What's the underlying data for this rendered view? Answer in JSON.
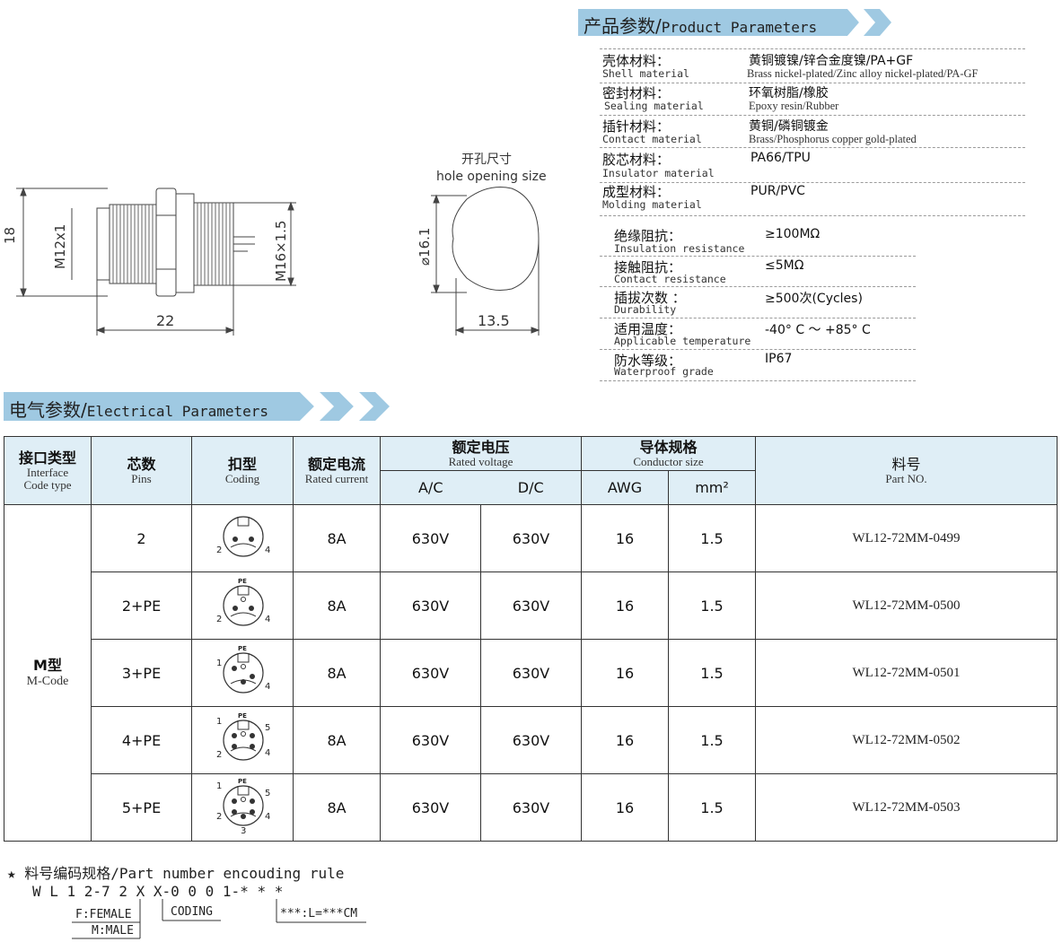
{
  "product_params": {
    "banner_zh": "产品参数/",
    "banner_en": "Product Parameters",
    "rows": [
      {
        "zh": "壳体材料：",
        "en": "Shell material",
        "val_zh": "黄铜镀镍/锌合金度镍/PA+GF",
        "val_en": "Brass nickel-plated/Zinc alloy nickel-plated/PA-GF"
      },
      {
        "zh": "密封材料：",
        "en": "Sealing material",
        "val_zh": "环氧树脂/橡胶",
        "val_en": "Epoxy resin/Rubber"
      },
      {
        "zh": "插针材料：",
        "en": "Contact material",
        "val_zh": "黄铜/磷铜镀金",
        "val_en": "Brass/Phosphorus copper gold-plated"
      },
      {
        "zh": "胶芯材料：",
        "en": "Insulator material",
        "val_zh": "PA66/TPU",
        "val_en": ""
      },
      {
        "zh": "成型材料：",
        "en": "Molding material",
        "val_zh": "PUR/PVC",
        "val_en": ""
      }
    ],
    "rows2": [
      {
        "zh": "绝缘阻抗：",
        "en": "Insulation resistance",
        "val": "≥100MΩ"
      },
      {
        "zh": "接触阻抗：",
        "en": "Contact resistance",
        "val": "≤5MΩ"
      },
      {
        "zh": "插拔次数 ：",
        "en": "Durability",
        "val": "≥500次(Cycles)"
      },
      {
        "zh": "适用温度：",
        "en": "Applicable temperature",
        "val": "-40° C ～ +85° C"
      },
      {
        "zh": "防水等级：",
        "en": "Waterproof grade",
        "val": "IP67"
      }
    ]
  },
  "drawing": {
    "dim_18": "18",
    "dim_m12": "M12x1",
    "dim_m16": "M16×1.5",
    "dim_22": "22",
    "hole_zh": "开孔尺寸",
    "hole_en": "hole opening size",
    "dim_d16": "⌀16.1",
    "dim_135": "13.5"
  },
  "electrical": {
    "banner_zh": "电气参数/",
    "banner_en": "Electrical Parameters",
    "headers": {
      "interface_zh": "接口类型",
      "interface_en1": "Interface",
      "interface_en2": "Code  type",
      "pins_zh": "芯数",
      "pins_en": "Pins",
      "coding_zh": "扣型",
      "coding_en": "Coding",
      "current_zh": "额定电流",
      "current_en": "Rated current",
      "voltage_zh": "额定电压",
      "voltage_en": "Rated voltage",
      "ac": "A/C",
      "dc": "D/C",
      "conductor_zh": "导体规格",
      "conductor_en": "Conductor size",
      "awg": "AWG",
      "mm2": "mm²",
      "part_zh": "料号",
      "part_en": "Part NO."
    },
    "interface_zh": "M型",
    "interface_en": "M-Code",
    "rows": [
      {
        "pins": "2",
        "current": "8A",
        "ac": "630V",
        "dc": "630V",
        "awg": "16",
        "mm2": "1.5",
        "part": "WL12-72MM-0499"
      },
      {
        "pins": "2+PE",
        "current": "8A",
        "ac": "630V",
        "dc": "630V",
        "awg": "16",
        "mm2": "1.5",
        "part": "WL12-72MM-0500"
      },
      {
        "pins": "3+PE",
        "current": "8A",
        "ac": "630V",
        "dc": "630V",
        "awg": "16",
        "mm2": "1.5",
        "part": "WL12-72MM-0501"
      },
      {
        "pins": "4+PE",
        "current": "8A",
        "ac": "630V",
        "dc": "630V",
        "awg": "16",
        "mm2": "1.5",
        "part": "WL12-72MM-0502"
      },
      {
        "pins": "5+PE",
        "current": "8A",
        "ac": "630V",
        "dc": "630V",
        "awg": "16",
        "mm2": "1.5",
        "part": "WL12-72MM-0503"
      }
    ],
    "pin_labels": {
      "r0": [
        "2",
        "4"
      ],
      "r1": [
        "PE",
        "2",
        "4"
      ],
      "r2": [
        "PE",
        "1",
        "4"
      ],
      "r3": [
        "1",
        "PE",
        "5",
        "2",
        "4"
      ],
      "r4": [
        "1",
        "PE",
        "5",
        "2",
        "4",
        "3"
      ]
    }
  },
  "encoding": {
    "title": "★ 料号编码规格/Part number encouding rule",
    "code_line": "W L 1 2-7 2 X X-0 0 0 1-* * *",
    "fm_f": "F:FEMALE",
    "fm_m": "M:MALE",
    "coding": "CODING",
    "length": "***:L=***CM"
  }
}
